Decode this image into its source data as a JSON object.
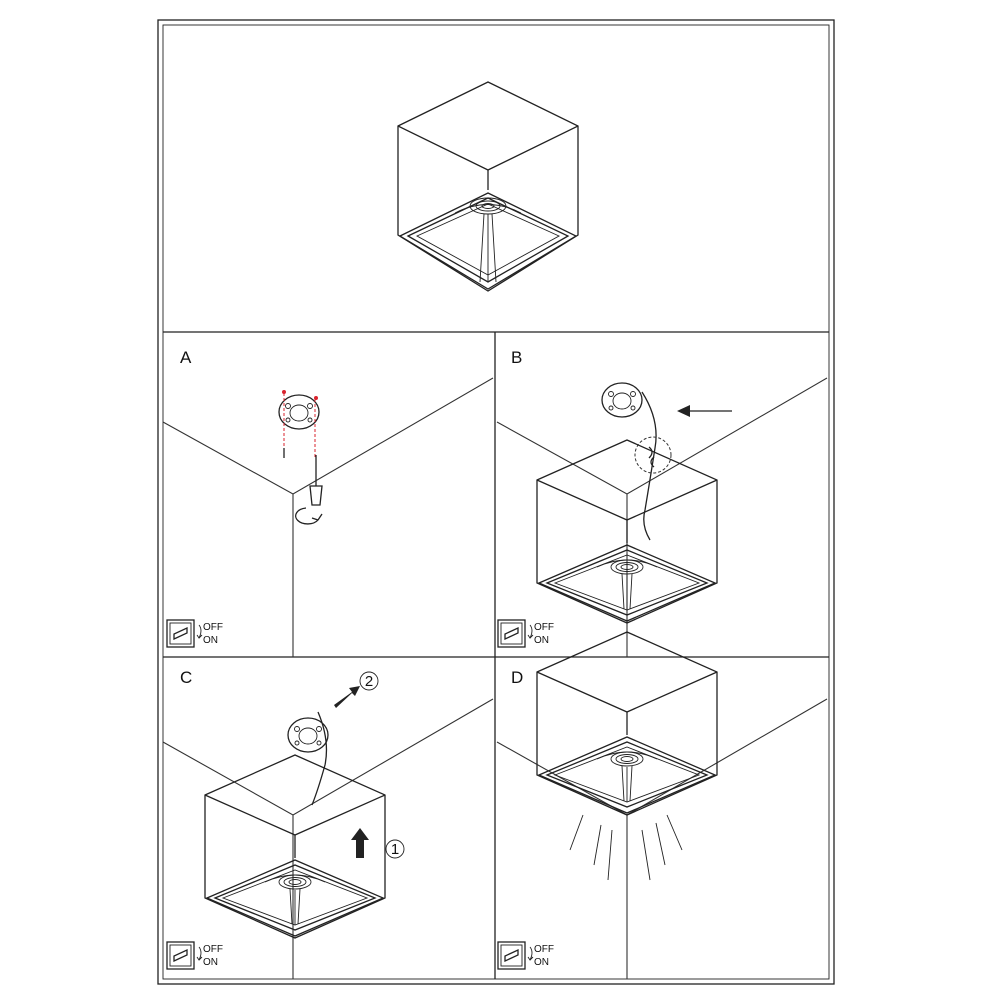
{
  "panels": {
    "a": {
      "label": "A"
    },
    "b": {
      "label": "B"
    },
    "c": {
      "label": "C"
    },
    "d": {
      "label": "D"
    }
  },
  "switch": {
    "off_label": "OFF",
    "on_label": "ON"
  },
  "steps": {
    "step1": "1",
    "step2": "2"
  },
  "colors": {
    "line": "#222222",
    "screw_guides": "#d9232e",
    "background": "#ffffff"
  }
}
